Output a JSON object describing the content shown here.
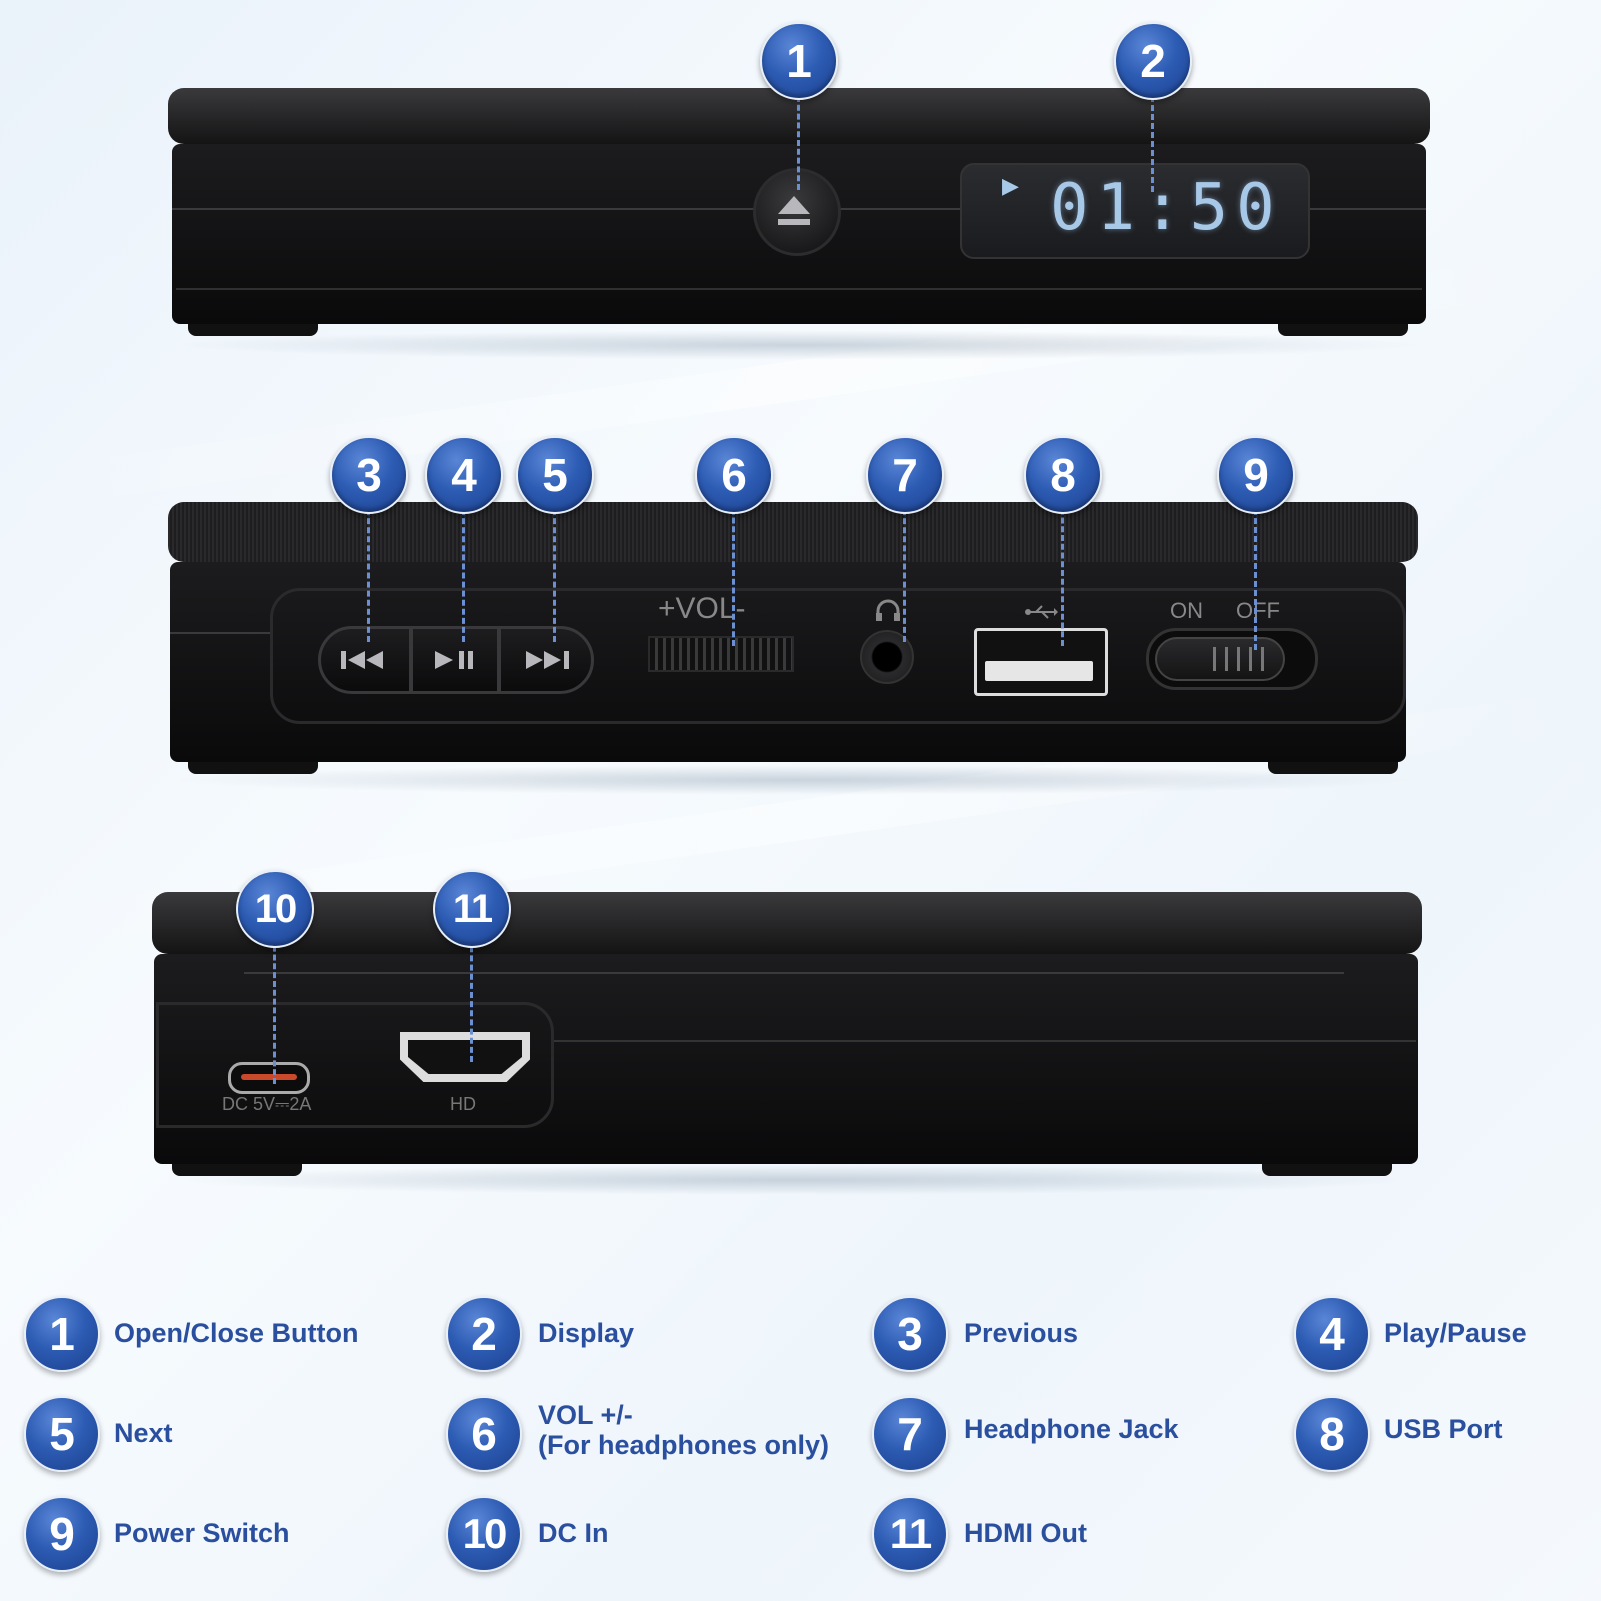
{
  "display": {
    "time": "01:50",
    "play_glyph": "▶"
  },
  "device_markings": {
    "vol": "+VOL-",
    "on": "ON",
    "off": "OFF",
    "dc": "DC 5V⎓2A",
    "hd": "HD"
  },
  "callouts": [
    "1",
    "2",
    "3",
    "4",
    "5",
    "6",
    "7",
    "8",
    "9",
    "10",
    "11"
  ],
  "legend": [
    {
      "num": "1",
      "label": "Open/Close Button"
    },
    {
      "num": "2",
      "label": "Display"
    },
    {
      "num": "3",
      "label": "Previous"
    },
    {
      "num": "4",
      "label": "Play/Pause"
    },
    {
      "num": "5",
      "label": "Next"
    },
    {
      "num": "6",
      "label": "VOL +/-",
      "label2": "(For headphones only)"
    },
    {
      "num": "7",
      "label": "Headphone Jack"
    },
    {
      "num": "8",
      "label": "USB Port"
    },
    {
      "num": "9",
      "label": "Power Switch"
    },
    {
      "num": "10",
      "label": "DC In"
    },
    {
      "num": "11",
      "label": "HDMI Out"
    }
  ],
  "icons": [
    "eject-icon",
    "previous-icon",
    "play-pause-icon",
    "next-icon",
    "headphone-icon",
    "usb-icon"
  ],
  "colors": {
    "accent": "#2d5cb4",
    "label": "#2a4f9e",
    "device": "#141415",
    "lcd": "#a8c8e8"
  }
}
